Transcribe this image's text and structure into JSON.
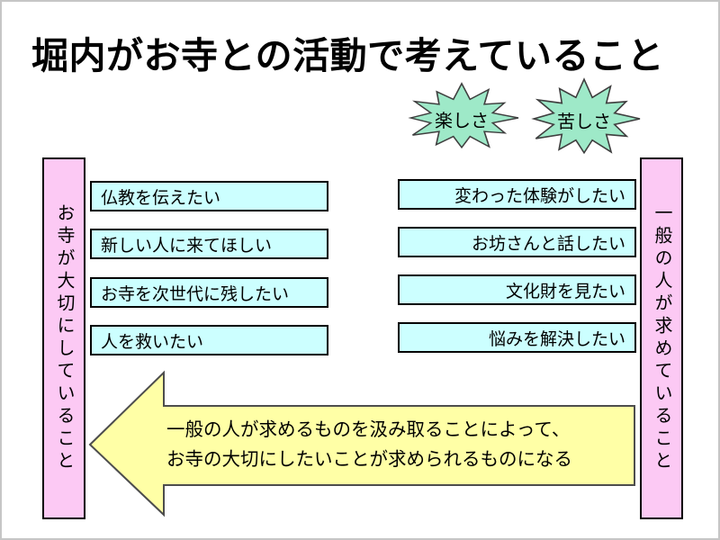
{
  "slide": {
    "title": "堀内がお寺との活動で考えていること",
    "bursts": [
      {
        "label": "楽しさ"
      },
      {
        "label": "苦しさ"
      }
    ],
    "left_bar": {
      "label": "お寺が大切にしていること"
    },
    "right_bar": {
      "label": "一般の人が求めていること"
    },
    "temple_items": [
      "仏教を伝えたい",
      "新しい人に来てほしい",
      "お寺を次世代に残したい",
      "人を救いたい"
    ],
    "people_items": [
      "変わった体験がしたい",
      "お坊さんと話したい",
      "文化財を見たい",
      "悩みを解決したい"
    ],
    "arrow": {
      "line1": "一般の人が求めるものを汲み取ることによって、",
      "line2": "お寺の大切にしたいことが求められるものになる"
    },
    "colors": {
      "burst_fill": "#9ee9c8",
      "bar_fill": "#fcc9f4",
      "item_fill": "#ccffff",
      "arrow_fill": "#ffffa6"
    }
  }
}
